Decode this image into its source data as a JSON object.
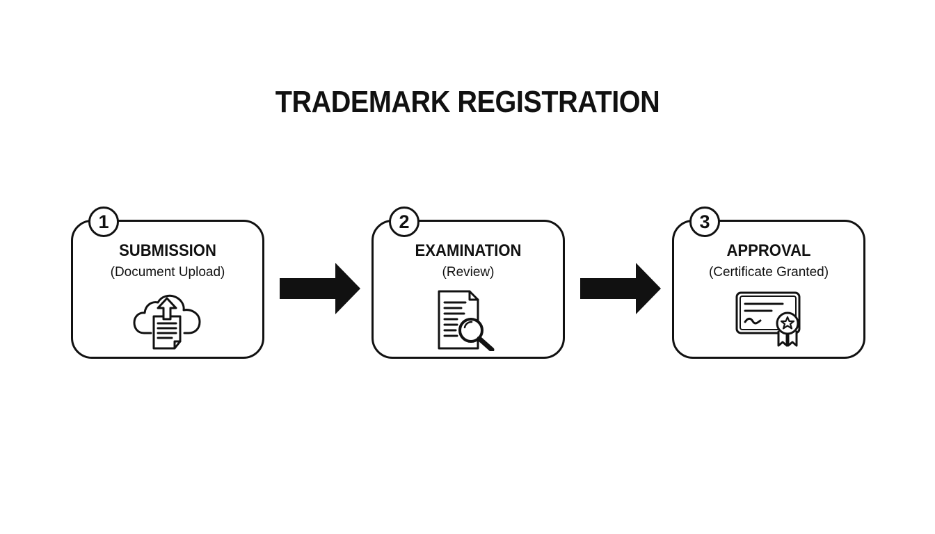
{
  "title": "TRADEMARK REGISTRATION",
  "steps": [
    {
      "number": "1",
      "title": "SUBMISSION",
      "subtitle": "(Document Upload)",
      "icon": "cloud-upload-document-icon"
    },
    {
      "number": "2",
      "title": "EXAMINATION",
      "subtitle": "(Review)",
      "icon": "document-magnifier-icon"
    },
    {
      "number": "3",
      "title": "APPROVAL",
      "subtitle": "(Certificate Granted)",
      "icon": "certificate-ribbon-icon"
    }
  ],
  "colors": {
    "stroke": "#111111",
    "background": "#ffffff"
  }
}
